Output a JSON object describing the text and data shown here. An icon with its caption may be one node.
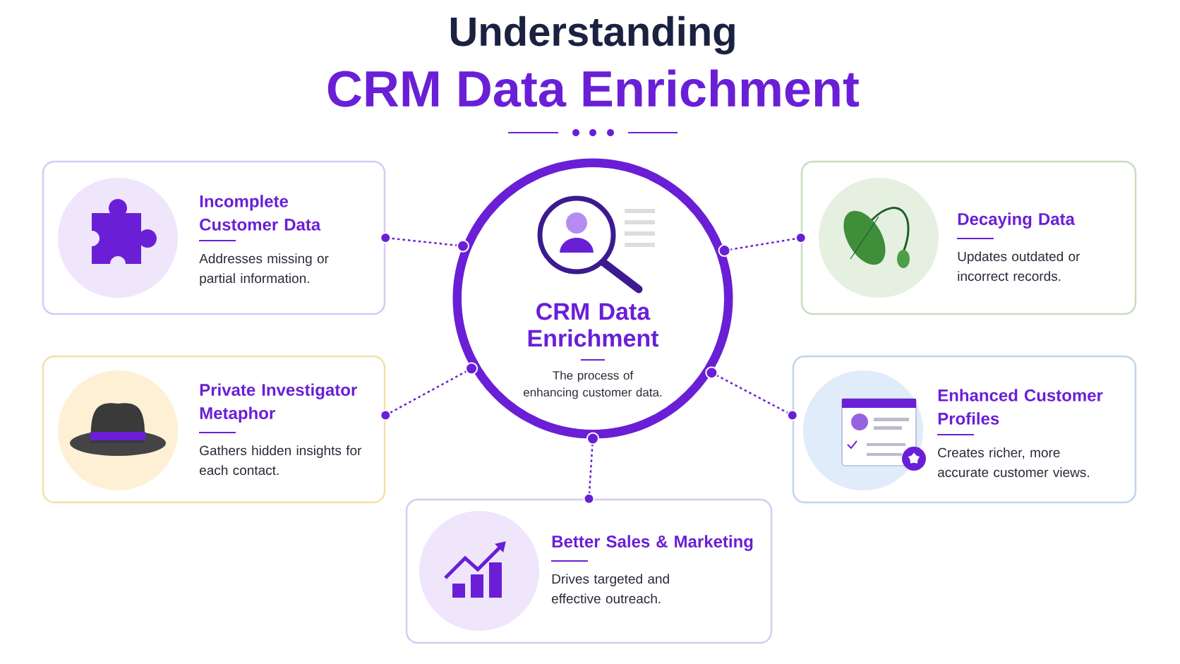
{
  "diagram": {
    "title": "Understanding",
    "nodes": [
      {
        "text": [
          "CRM Data Enrichment",
          "The process of enhancing customer data."
        ]
      },
      {
        "text": [
          "Incomplete Customer Data",
          "Addresses missing or partial information."
        ]
      },
      {
        "text": [
          "Decaying Data",
          "Updates outdated or incorrect records."
        ]
      },
      {
        "text": [
          "Private Investigator Metaphor",
          "Gathers hidden insights for each contact."
        ]
      },
      {
        "text": [
          "Enhanced Customer Profiles",
          "Creates richer, more accurate customer views."
        ]
      },
      {
        "text": [
          "Better Sales & Marketing",
          "Drives targeted and effective outreach."
        ]
      }
    ],
    "edges": [
      {
        "from": 0,
        "to": 1,
        "arrow": "other",
        "style": "dashed"
      },
      {
        "from": 0,
        "to": 2,
        "arrow": "other",
        "style": "dashed"
      },
      {
        "from": 0,
        "to": 3,
        "arrow": "other",
        "style": "dashed"
      },
      {
        "from": 0,
        "to": 4,
        "arrow": "other",
        "style": "dashed"
      },
      {
        "from": 0,
        "to": 5,
        "arrow": "other",
        "style": "dashed"
      }
    ],
    "labels": [
      "CRM Data Enrichment"
    ]
  }
}
